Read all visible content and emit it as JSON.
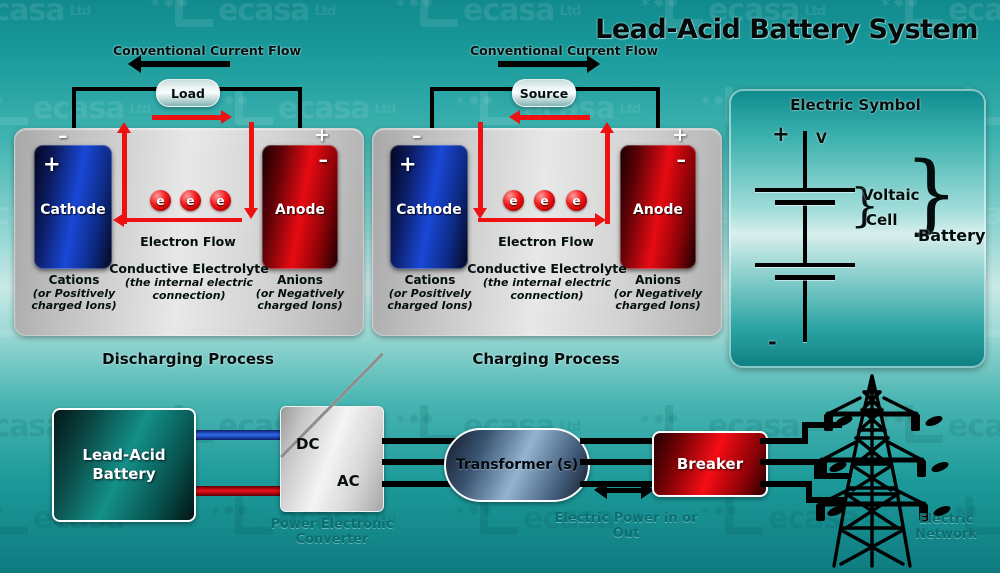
{
  "title": "Lead-Acid Battery System",
  "colors": {
    "background_top": "#118a8d",
    "background_mid": "#c9e9e6",
    "cathode_blue": "#1948d8",
    "anode_red": "#e80b12",
    "current_red": "#ee1111",
    "wire_black": "#000000",
    "teal_caption": "#0b6e71"
  },
  "watermark": {
    "brand": "ecasa",
    "suffix": "Ltd",
    "stars": "✶✸✹"
  },
  "cells": [
    {
      "id": "discharging",
      "process_label": "Discharging Process",
      "current_flow_label": "Conventional Current Flow",
      "current_flow_direction": "left",
      "external_device": "Load",
      "electron_flow_label": "Electron Flow",
      "electron_flow_direction": "left",
      "electrolyte_label": "Conductive Electrolyte",
      "electrolyte_note": "(the internal electric connection)",
      "left_electrode": {
        "name": "Cathode",
        "electrode_sign": "+",
        "terminal_sign": "–",
        "ion_label": "Cations",
        "ion_note_1": "(or Positively",
        "ion_note_2": "charged Ions)"
      },
      "right_electrode": {
        "name": "Anode",
        "electrode_sign": "–",
        "terminal_sign": "+",
        "ion_label": "Anions",
        "ion_note_1": "(or Negatively",
        "ion_note_2": "charged Ions)"
      },
      "electrons": [
        "e",
        "e",
        "e"
      ]
    },
    {
      "id": "charging",
      "process_label": "Charging Process",
      "current_flow_label": "Conventional Current Flow",
      "current_flow_direction": "right",
      "external_device": "Source",
      "electron_flow_label": "Electron Flow",
      "electron_flow_direction": "right",
      "electrolyte_label": "Conductive Electrolyte",
      "electrolyte_note": "(the internal electric connection)",
      "left_electrode": {
        "name": "Cathode",
        "electrode_sign": "+",
        "terminal_sign": "–",
        "ion_label": "Cations",
        "ion_note_1": "(or Positively",
        "ion_note_2": "charged Ions)"
      },
      "right_electrode": {
        "name": "Anode",
        "electrode_sign": "–",
        "terminal_sign": "+",
        "ion_label": "Anions",
        "ion_note_1": "(or Negatively",
        "ion_note_2": "charged Ions)"
      },
      "electrons": [
        "e",
        "e",
        "e"
      ]
    }
  ],
  "symbol_panel": {
    "title": "Electric Symbol",
    "plus": "+",
    "minus": "-",
    "voltage": "V",
    "cell_label_line1": "Voltaic",
    "cell_label_line2": "Cell",
    "battery_label": "Battery"
  },
  "system": {
    "battery_line1": "Lead-Acid",
    "battery_line2": "Battery",
    "converter_dc": "DC",
    "converter_ac": "AC",
    "converter_caption_line1": "Power Electronic",
    "converter_caption_line2": "Converter",
    "transformer": "Transformer (s)",
    "power_caption_line1": "Electric Power in or",
    "power_caption_line2": "Out",
    "breaker": "Breaker",
    "network_caption_line1": "Electric",
    "network_caption_line2": "Network"
  }
}
